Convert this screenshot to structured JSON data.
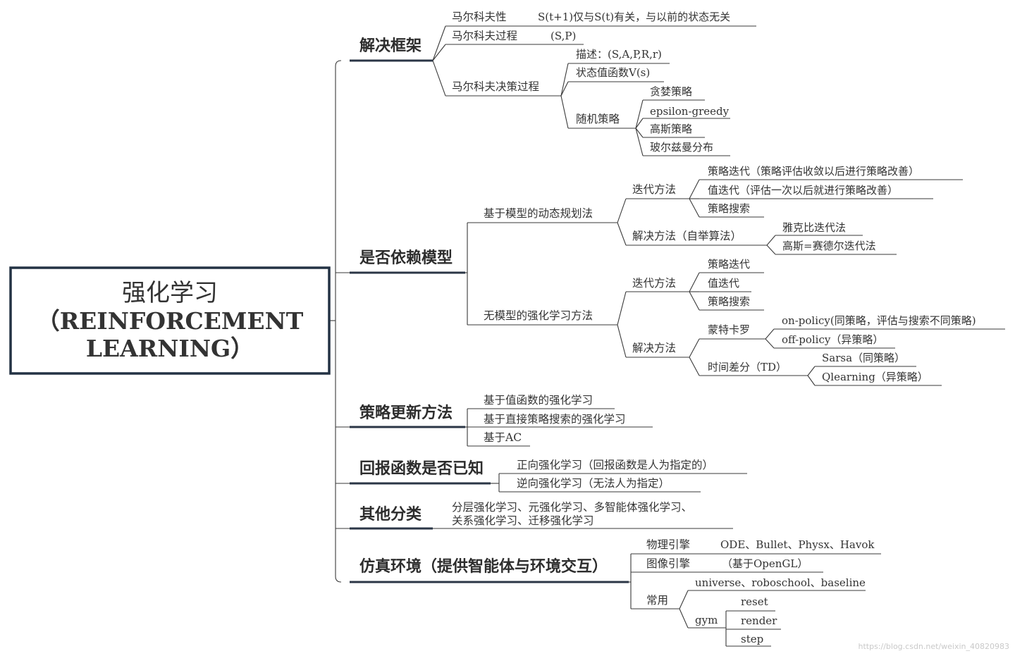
{
  "root": {
    "line1": "强化学习",
    "line2": "（REINFORCEMENT",
    "line3": "LEARNING）"
  },
  "branches": {
    "framework": {
      "label": "解决框架",
      "markov_property": "马尔科夫性",
      "markov_property_desc": "S(t+1)仅与S(t)有关，与以前的状态无关",
      "markov_process": "马尔科夫过程",
      "markov_process_desc": "(S,P)",
      "mdp": "马尔科夫决策过程",
      "mdp_desc": "描述：(S,A,P,R,r)",
      "mdp_value": "状态值函数V(s)",
      "random_policy": "随机策略",
      "greedy": "贪婪策略",
      "epsilon_greedy": "epsilon-greedy",
      "gauss_policy": "高斯策略",
      "boltzmann": "玻尔兹曼分布"
    },
    "model": {
      "label": "是否依赖模型",
      "model_based": "基于模型的动态规划法",
      "mb_iter": "迭代方法",
      "mb_policy_iter": "策略迭代（策略评估收敛以后进行策略改善）",
      "mb_value_iter": "值迭代（评估一次以后就进行策略改善）",
      "mb_policy_search": "策略搜索",
      "mb_solve": "解决方法（自举算法）",
      "jacobi": "雅克比迭代法",
      "gauss_seidel": "高斯=赛德尔迭代法",
      "model_free": "无模型的强化学习方法",
      "mf_iter": "迭代方法",
      "mf_policy_iter": "策略迭代",
      "mf_value_iter": "值迭代",
      "mf_policy_search": "策略搜索",
      "mf_solve": "解决方法",
      "monte_carlo": "蒙特卡罗",
      "on_policy": "on-policy(同策略，评估与搜索不同策略)",
      "off_policy": "off-policy（异策略）",
      "td": "时间差分（TD）",
      "sarsa": "Sarsa（同策略）",
      "qlearning": "Qlearning（异策略）"
    },
    "update": {
      "label": "策略更新方法",
      "value_based": "基于值函数的强化学习",
      "policy_search": "基于直接策略搜索的强化学习",
      "ac": "基于AC"
    },
    "reward": {
      "label": "回报函数是否已知",
      "forward": "正向强化学习（回报函数是人为指定的）",
      "inverse": "逆向强化学习（无法人为指定）"
    },
    "other": {
      "label": "其他分类",
      "line1": "分层强化学习、元强化学习、多智能体强化学习、",
      "line2": "关系强化学习、迁移强化学习"
    },
    "sim": {
      "label": "仿真环境（提供智能体与环境交互）",
      "physics": "物理引擎",
      "physics_desc": "ODE、Bullet、Physx、Havok",
      "image": "图像引擎",
      "image_desc": "（基于OpenGL）",
      "common": "常用",
      "common_desc": "universe、roboschool、baseline",
      "gym": "gym",
      "reset": "reset",
      "render": "render",
      "step": "step"
    }
  },
  "watermark": "https://blog.csdn.net/weixin_40820983",
  "colors": {
    "accent": "#233244",
    "text": "#333333",
    "line": "#3a3a3a"
  }
}
